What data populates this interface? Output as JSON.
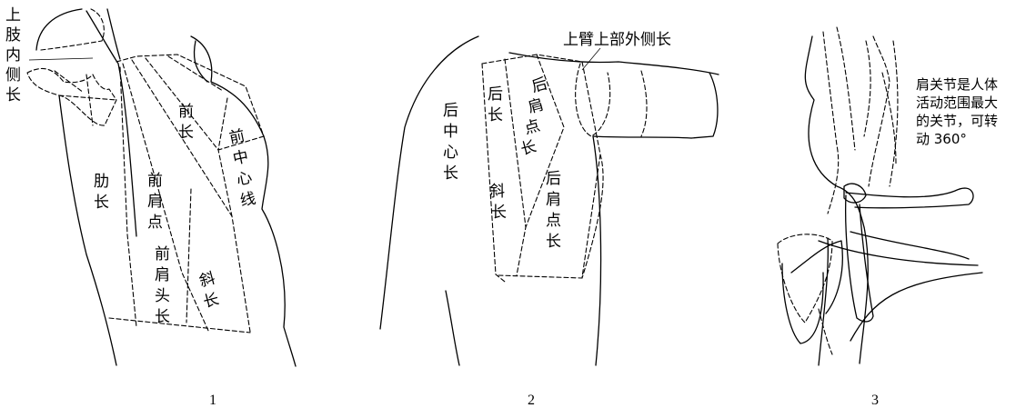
{
  "panels": [
    {
      "number": "1",
      "labels": {
        "upper_arm_inner": "上肢内侧长",
        "front_length": "前长",
        "rib_length": "肋长",
        "front_shoulder_point": "前肩点",
        "front_shoulder_head_length": "前肩头长",
        "oblique_length": "斜长",
        "front_center_line": "前中心线"
      }
    },
    {
      "number": "2",
      "labels": {
        "upper_arm_outer": "上臂上部外侧长",
        "back_center_length": "后中心长",
        "back_length": "后长",
        "back_shoulder_point_length_top": "后肩点长",
        "oblique_length": "斜长",
        "back_shoulder_point_length": "后肩点长"
      }
    },
    {
      "number": "3",
      "note_lines": [
        "肩关节是人体",
        "活动范围最大",
        "的关节，可转",
        "动 360°"
      ]
    }
  ]
}
